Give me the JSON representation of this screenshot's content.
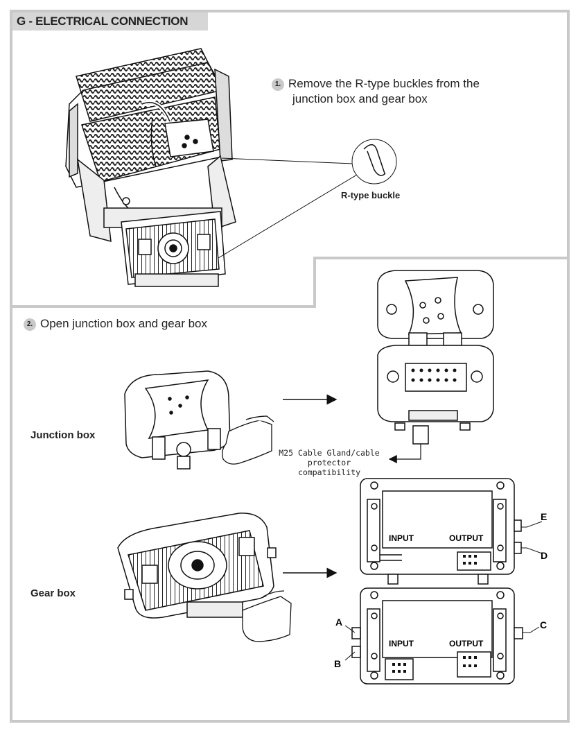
{
  "section": {
    "title": "G - ELECTRICAL CONNECTION"
  },
  "step1": {
    "number": "1.",
    "line1": "Remove the R-type buckles from the",
    "line2": "junction box and gear box"
  },
  "callout": {
    "label": "R-type buckle"
  },
  "step2": {
    "number": "2.",
    "text": "Open junction box and gear box"
  },
  "junction": {
    "label": "Junction box",
    "note_line1": "M25 Cable Gland/cable",
    "note_line2": "protector compatibility"
  },
  "gearbox": {
    "label": "Gear box",
    "input": "INPUT",
    "output": "OUTPUT"
  },
  "ports": {
    "a": "A",
    "b": "B",
    "c": "C",
    "d": "D",
    "e": "E"
  }
}
